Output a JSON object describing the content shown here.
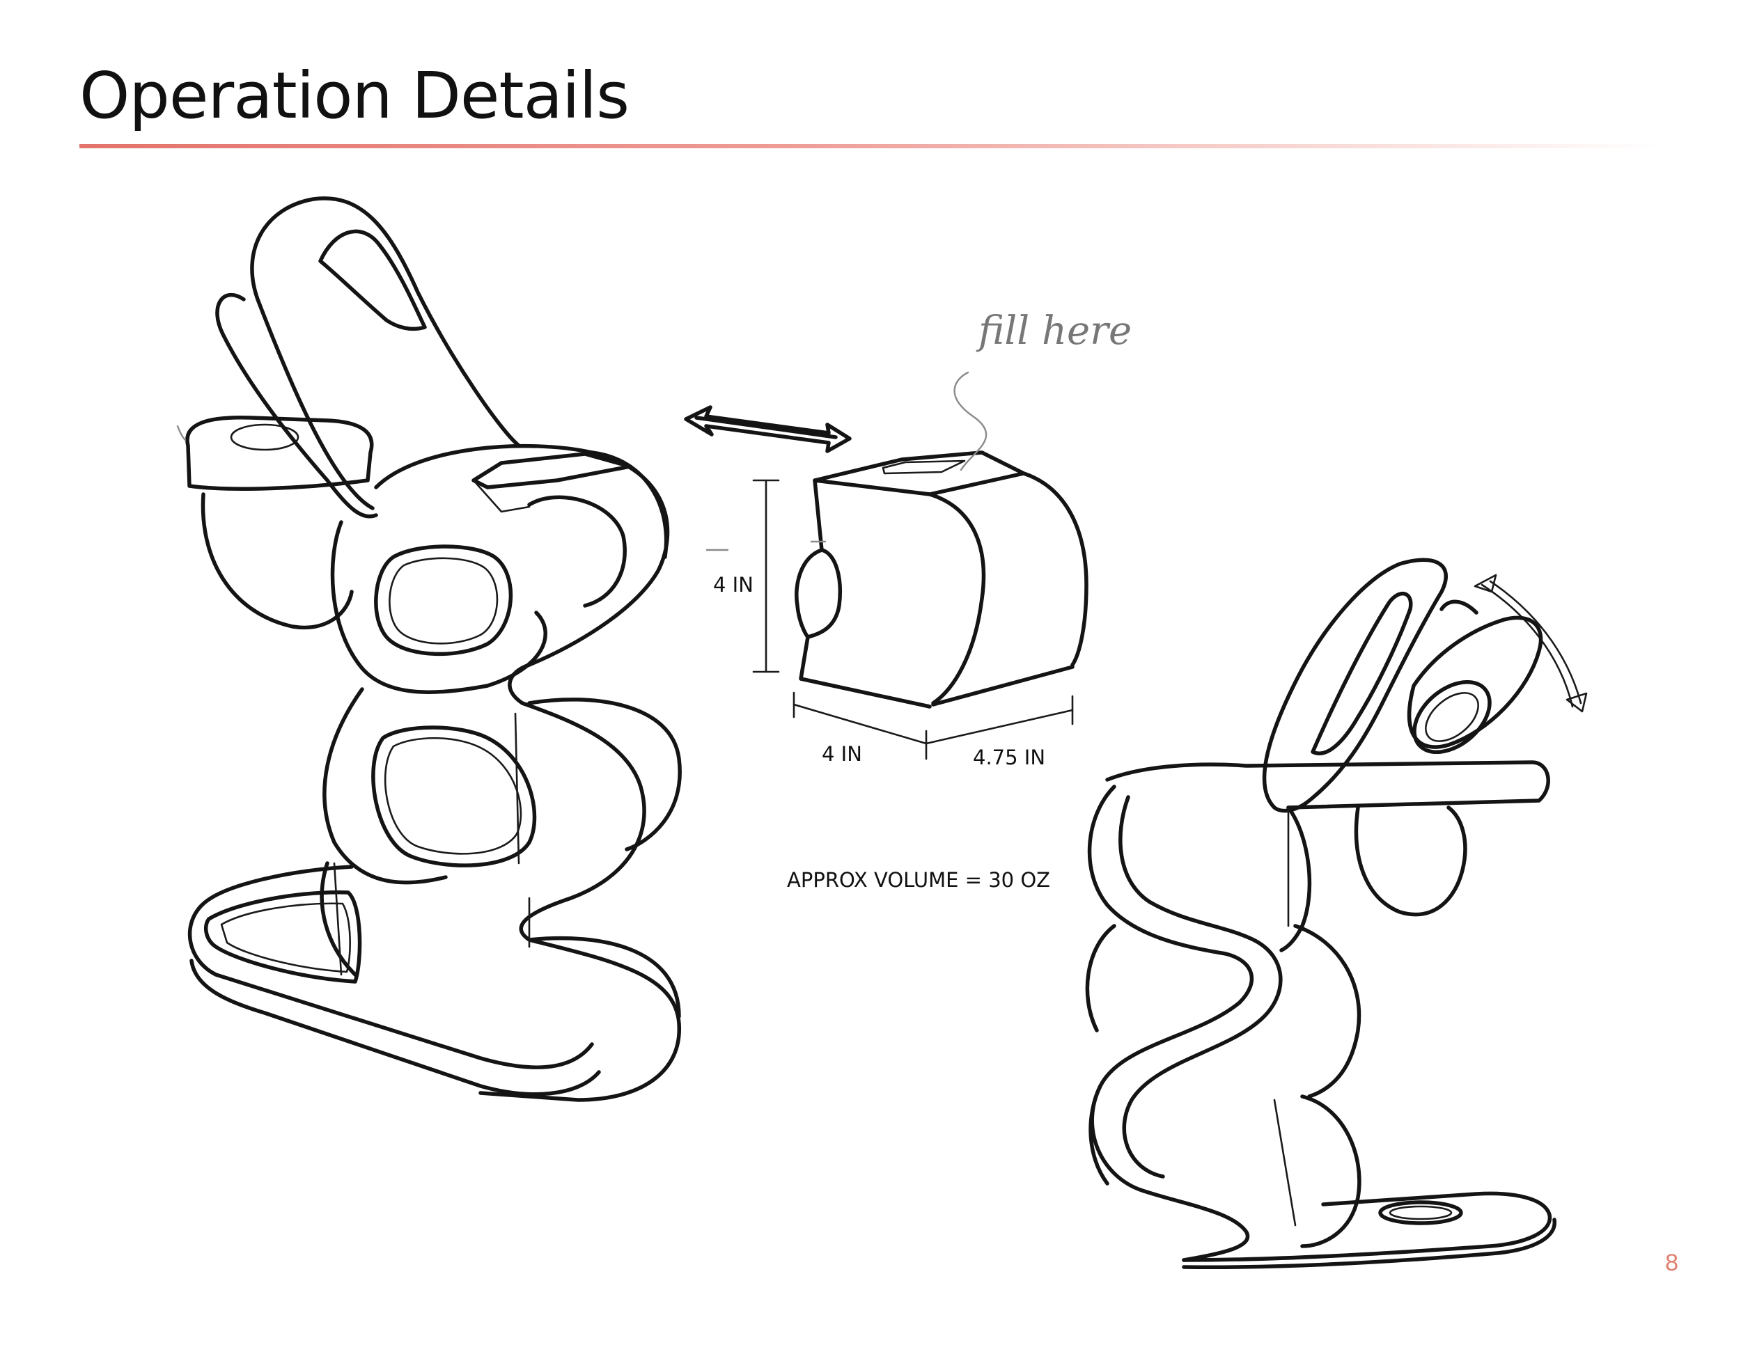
{
  "slide": {
    "title": "Operation Details",
    "page_number": "8",
    "accent_color": "#e3736c"
  },
  "annotations": {
    "fill_note": "fill here",
    "height_dim": "4 IN",
    "depth_dim": "4 IN",
    "width_dim": "4.75 IN",
    "volume": "APPROX VOLUME = 30 OZ"
  }
}
